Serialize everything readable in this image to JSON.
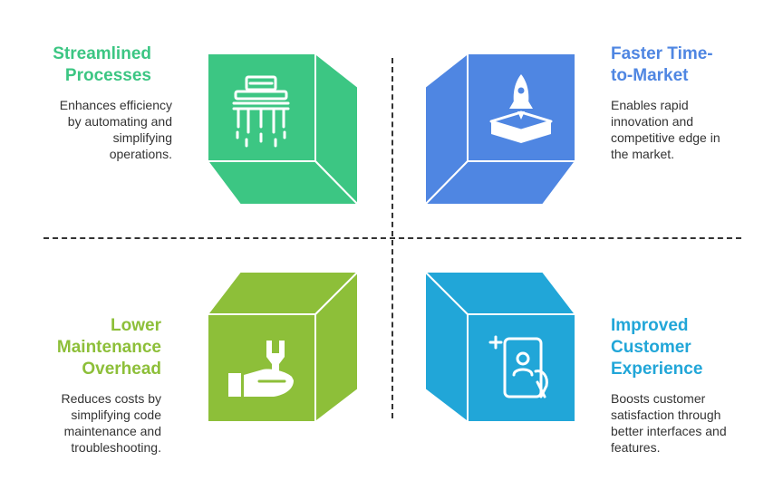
{
  "colors": {
    "green": "#3cc683",
    "blue": "#4f86e2",
    "olive": "#8dbf39",
    "cyan": "#21a6d8",
    "text": "#333333",
    "divider": "#333333"
  },
  "quadrants": [
    {
      "title": "Streamlined Processes",
      "title_lines": [
        "Streamlined",
        "Processes"
      ],
      "description_lines": [
        "Enhances efficiency",
        "by automating and",
        "simplifying",
        "operations."
      ],
      "icon": "robot-icon"
    },
    {
      "title": "Faster Time-to-Market",
      "title_lines": [
        "Faster Time-",
        "to-Market"
      ],
      "description_lines": [
        "Enables rapid",
        "innovation and",
        "competitive edge in",
        "the market."
      ],
      "icon": "rocket-icon"
    },
    {
      "title": "Lower Maintenance Overhead",
      "title_lines": [
        "Lower",
        "Maintenance",
        "Overhead"
      ],
      "description_lines": [
        "Reduces costs by",
        "simplifying code",
        "maintenance and",
        "troubleshooting."
      ],
      "icon": "wrench-hand-icon"
    },
    {
      "title": "Improved Customer Experience",
      "title_lines": [
        "Improved",
        "Customer",
        "Experience"
      ],
      "description_lines": [
        "Boosts customer",
        "satisfaction through",
        "better interfaces and",
        "features."
      ],
      "icon": "phone-user-icon"
    }
  ]
}
